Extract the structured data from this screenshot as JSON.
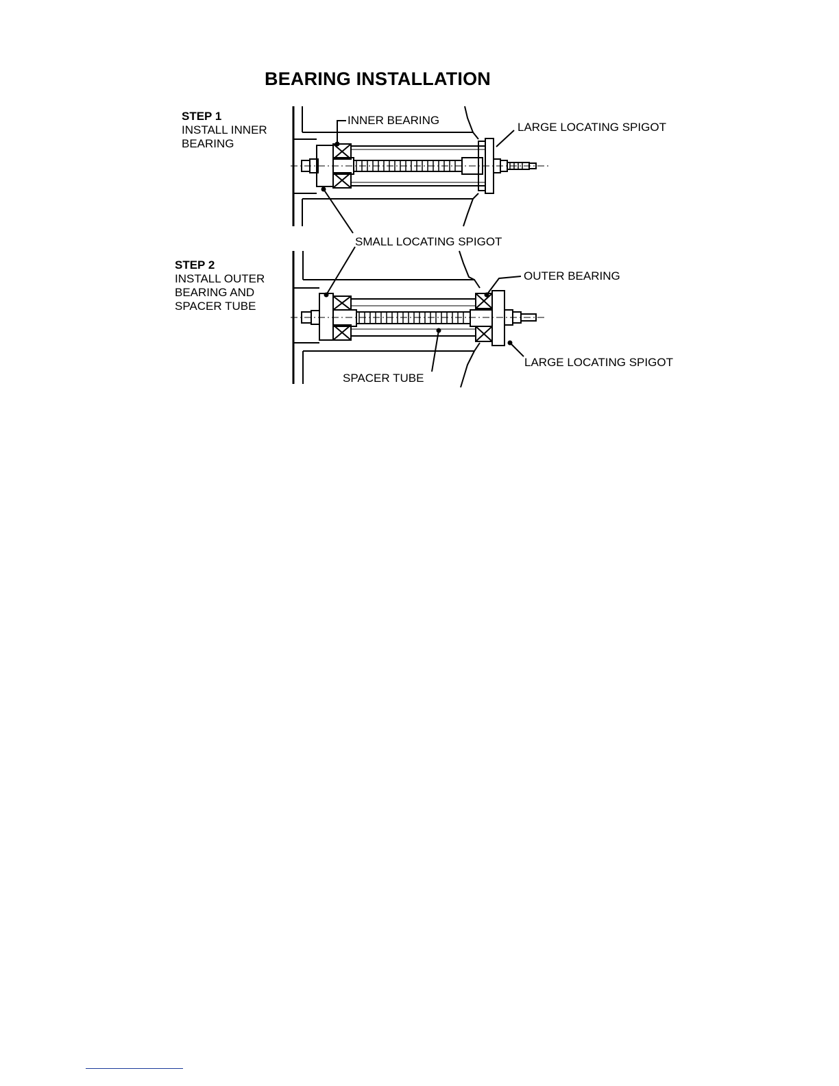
{
  "title": "BEARING INSTALLATION",
  "steps": [
    {
      "heading": "STEP 1",
      "lines": [
        "INSTALL INNER",
        "BEARING"
      ]
    },
    {
      "heading": "STEP 2",
      "lines": [
        "INSTALL OUTER",
        "BEARING AND",
        "SPACER TUBE"
      ]
    }
  ],
  "callouts": {
    "inner_bearing": "INNER BEARING",
    "large_spigot_top": "LARGE LOCATING SPIGOT",
    "small_spigot": "SMALL LOCATING SPIGOT",
    "outer_bearing": "OUTER BEARING",
    "large_spigot_bottom": "LARGE LOCATING SPIGOT",
    "spacer_tube": "SPACER TUBE"
  }
}
